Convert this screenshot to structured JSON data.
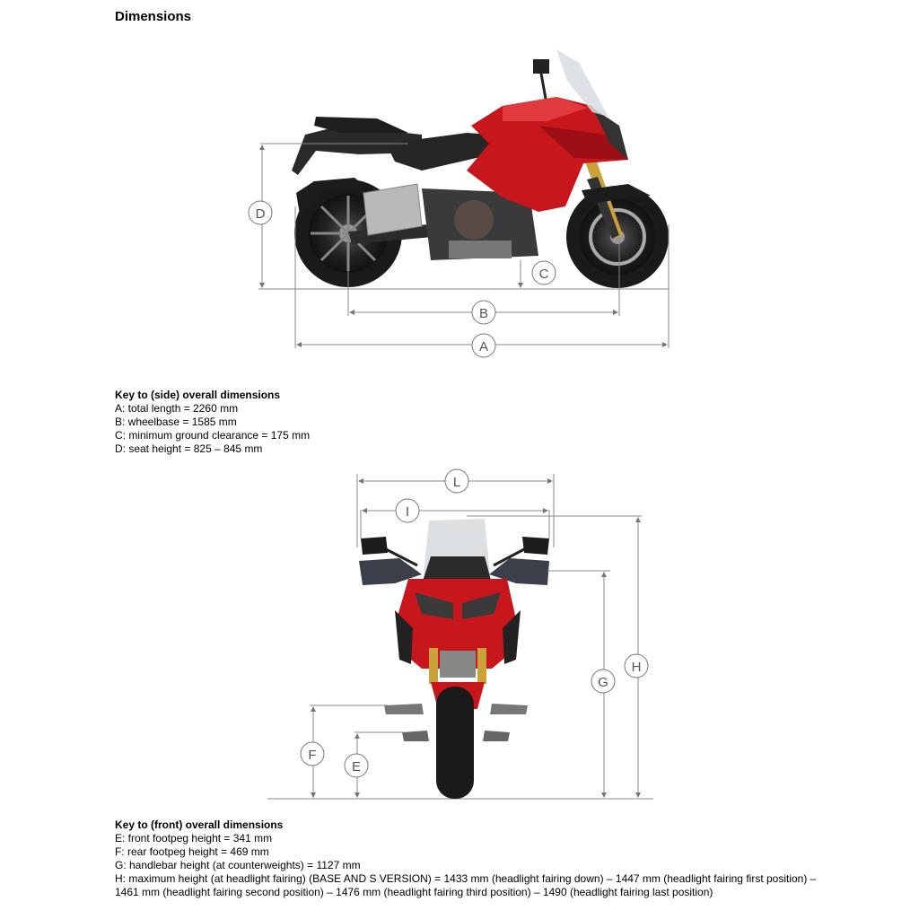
{
  "title": "Dimensions",
  "side_key": {
    "heading": "Key to (side) overall dimensions",
    "lines": [
      "A: total length = 2260 mm",
      "B: wheelbase = 1585 mm",
      "C: minimum ground clearance = 175 mm",
      "D: seat height = 825 – 845 mm"
    ]
  },
  "front_key": {
    "heading": "Key to (front) overall dimensions",
    "lines": [
      "E: front footpeg height = 341 mm",
      "F: rear footpeg height = 469 mm",
      "G: handlebar height (at counterweights) = 1127 mm",
      "H: maximum height (at headlight fairing) (BASE AND S VERSION) = 1433 mm (headlight fairing down) – 1447 mm (headlight fairing first position) – 1461 mm (headlight fairing second position) – 1476 mm (headlight fairing third position) – 1490 (headlight fairing last position)"
    ]
  },
  "dimension_labels": {
    "a": "A",
    "b": "B",
    "c": "C",
    "d": "D",
    "e": "E",
    "f": "F",
    "g": "G",
    "h": "H",
    "i": "I",
    "l": "L"
  },
  "colors": {
    "bike_red": "#c8161d",
    "dimension_line": "#888888"
  }
}
